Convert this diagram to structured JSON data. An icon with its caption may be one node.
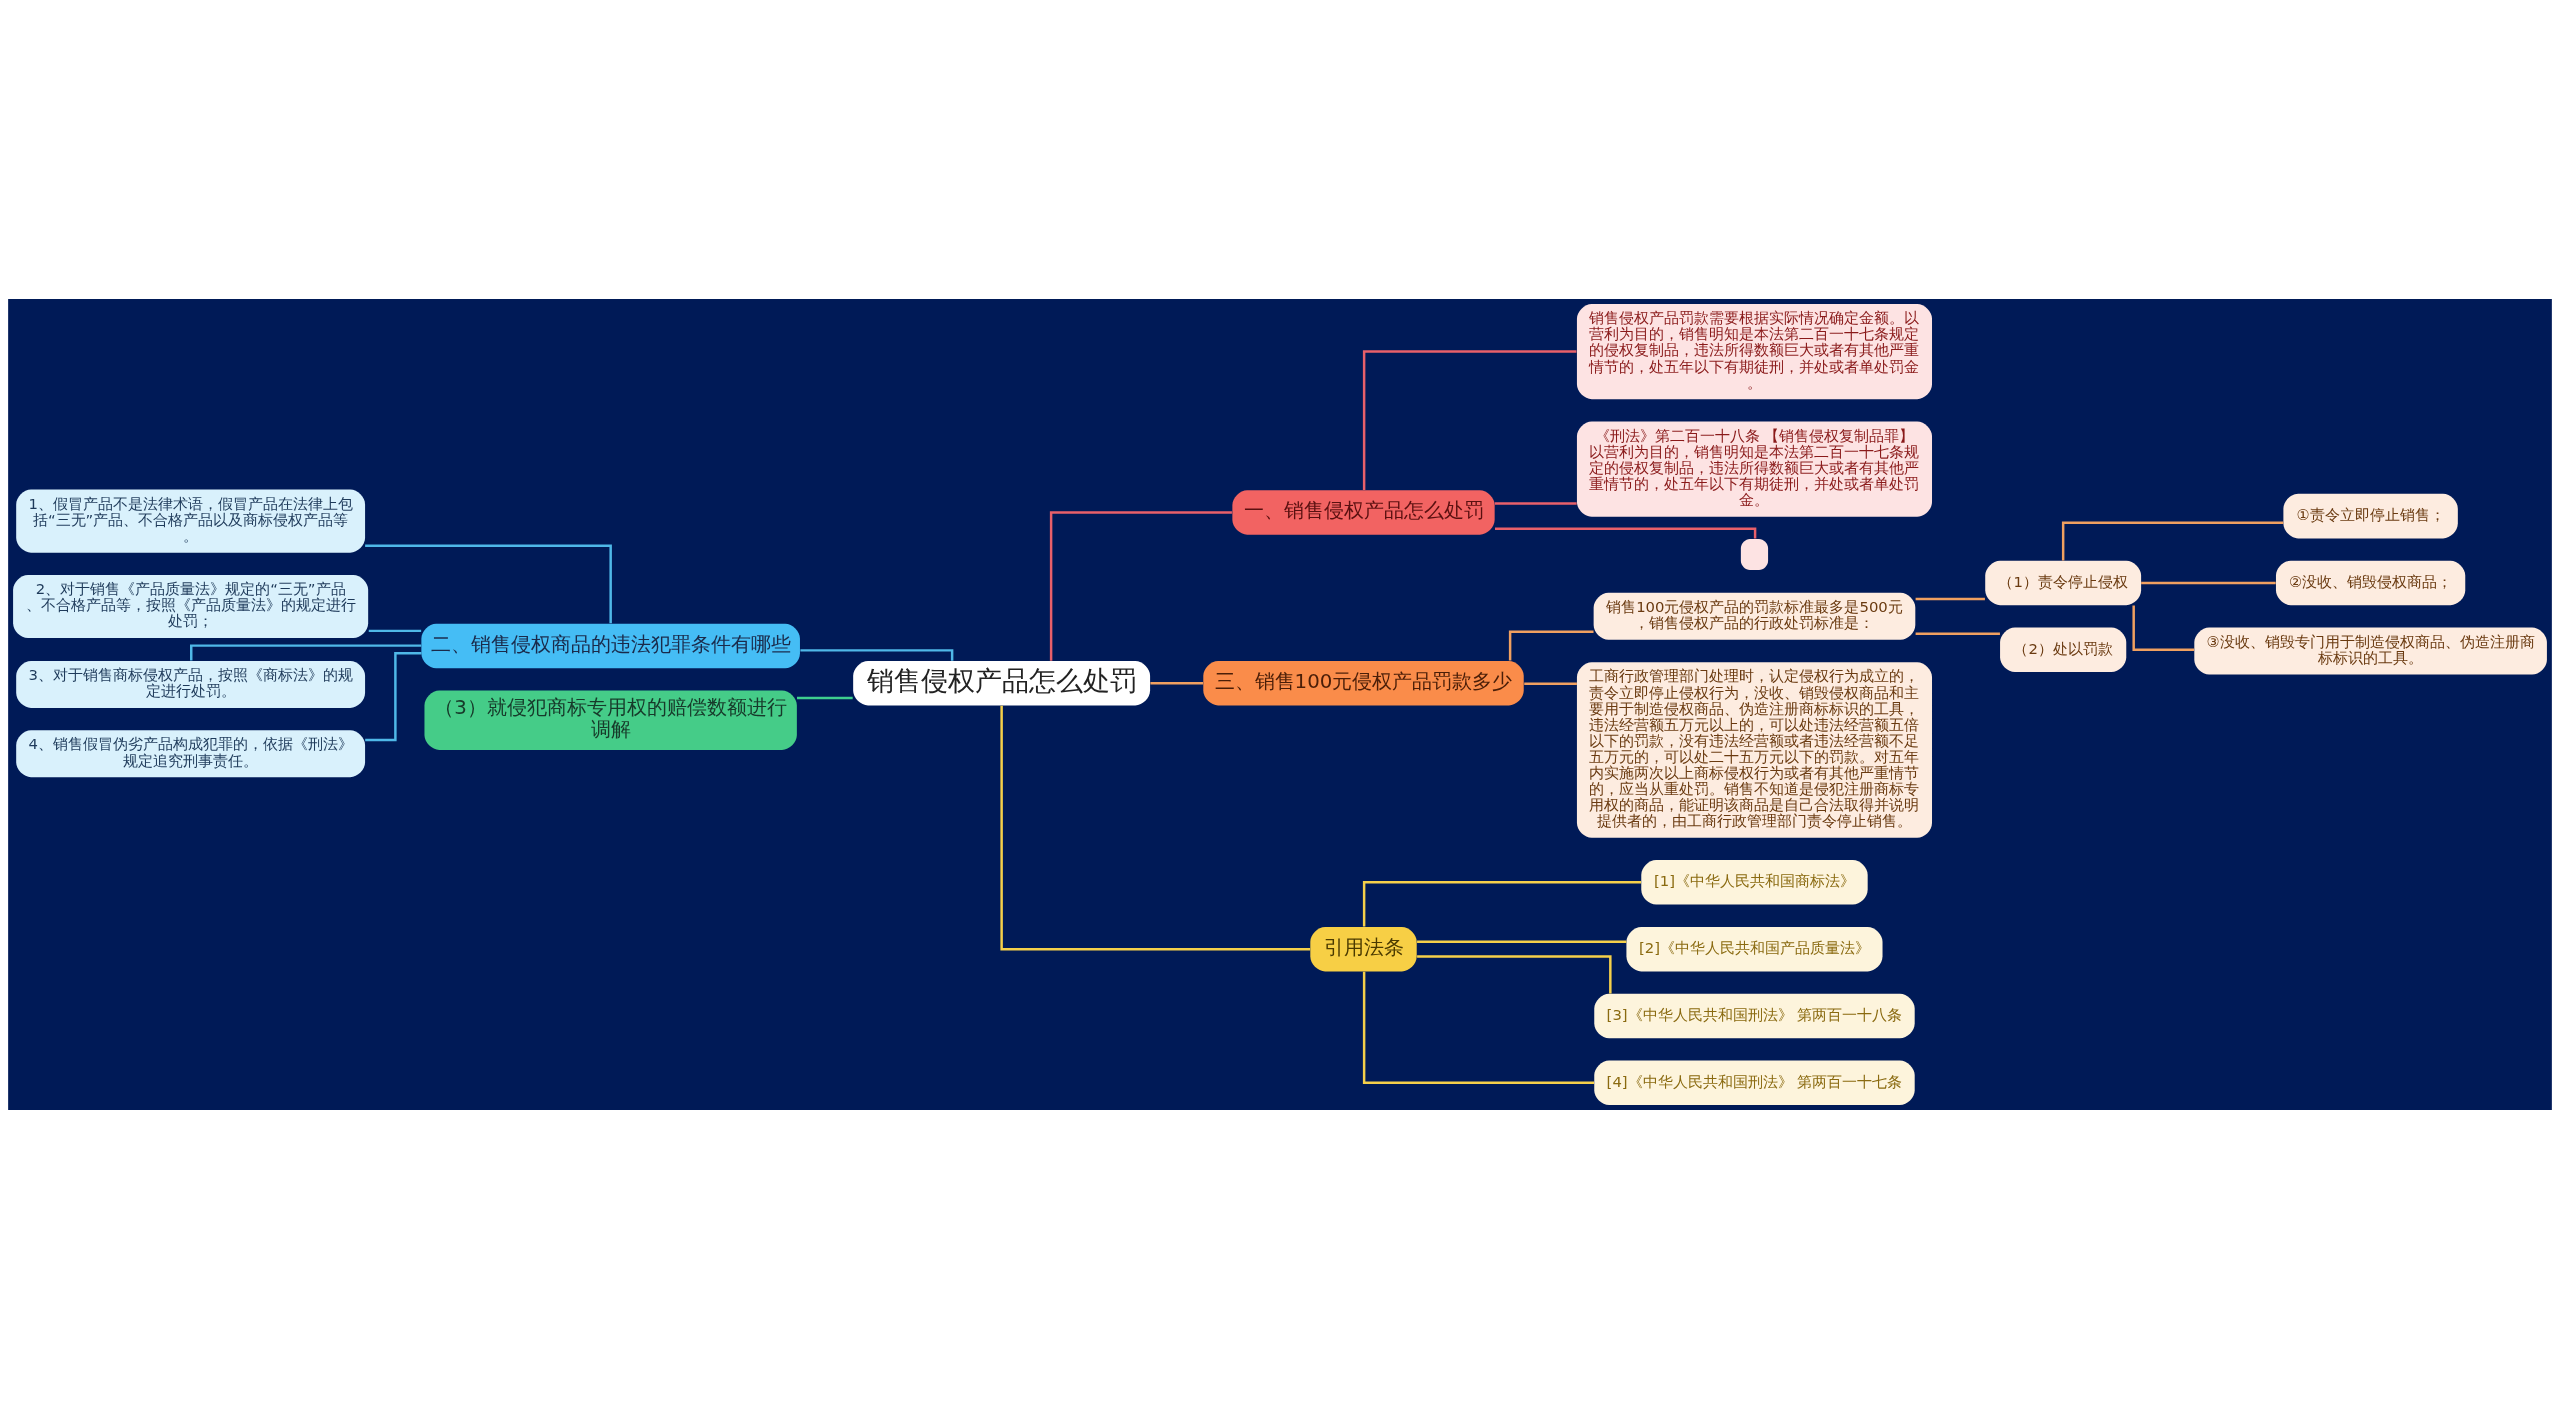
{
  "diagram": {
    "nodes": [
      {
        "text": [
          "销售侵权产品怎么处罚"
        ]
      },
      {
        "text": [
          "二、销售侵权商品的违法犯罪条件有哪些"
        ]
      },
      {
        "text": [
          "1、假冒产品不是法律术语，假冒产品在法律上包括“三无”产品、不合格产品以及商标侵权产品等。"
        ]
      },
      {
        "text": [
          "2、对于销售《产品质量法》规定的“三无”产品、不合格产品等，按照《产品质量法》的规定进行处罚；"
        ]
      },
      {
        "text": [
          "3、对于销售商标侵权产品，按照《商标法》的规定进行处罚。"
        ]
      },
      {
        "text": [
          "4、销售假冒伪劣产品构成犯罪的，依据《刑法》规定追究刑事责任。"
        ]
      },
      {
        "text": [
          "（3）就侵犯商标专用权的赔偿数额进行调解"
        ]
      },
      {
        "text": [
          "一、销售侵权产品怎么处罚"
        ]
      },
      {
        "text": [
          "销售侵权产品罚款需要根据实际情况确定金额。以营利为目的，销售明知是本法第二百一十七条规定的侵权复制品，违法所得数额巨大或者有其他严重情节的，处五年以下有期徒刑，并处或者单处罚金。"
        ]
      },
      {
        "text": [
          "《刑法》第二百一十八条 【销售侵权复制品罪】以营利为目的，销售明知是本法第二百一十七条规定的侵权复制品，违法所得数额巨大或者有其他严重情节的，处五年以下有期徒刑，并处或者单处罚金。"
        ]
      },
      {
        "text": [],
        "shape": "box"
      },
      {
        "text": [
          "三、销售100元侵权产品罚款多少"
        ]
      },
      {
        "text": [
          "销售100元侵权产品的罚款标准最多是500元，销售侵权产品的行政处罚标准是："
        ]
      },
      {
        "text": [
          "（1）责令停止侵权"
        ]
      },
      {
        "text": [
          "①责令立即停止销售；"
        ]
      },
      {
        "text": [
          "②没收、销毁侵权商品；"
        ]
      },
      {
        "text": [
          "③没收、销毁专门用于制造侵权商品、伪造注册商标标识的工具。"
        ]
      },
      {
        "text": [
          "（2）处以罚款"
        ]
      },
      {
        "text": [
          "工商行政管理部门处理时，认定侵权行为成立的，责令立即停止侵权行为，没收、销毁侵权商品和主要用于制造侵权商品、伪造注册商标标识的工具，违法经营额五万元以上的，可以处违法经营额五倍以下的罚款，没有违法经营额或者违法经营额不足五万元的，可以处二十五万元以下的罚款。对五年内实施两次以上商标侵权行为或者有其他严重情节的，应当从重处罚。销售不知道是侵犯注册商标专用权的商品，能证明该商品是自己合法取得并说明提供者的，由工商行政管理部门责令停止销售。"
        ]
      },
      {
        "text": [
          "引用法条"
        ]
      },
      {
        "text": [
          "[1]《中华人民共和国商标法》"
        ]
      },
      {
        "text": [
          "[2]《中华人民共和国产品质量法》"
        ]
      },
      {
        "text": [
          "[3]《中华人民共和国刑法》 第两百一十八条"
        ]
      },
      {
        "text": [
          "[4]《中华人民共和国刑法》 第两百一十七条"
        ]
      }
    ],
    "edges": [
      {
        "from": 0,
        "to": 1,
        "arrow": "none",
        "color": "#4fb8e8"
      },
      {
        "from": 1,
        "to": 2,
        "arrow": "none",
        "color": "#4fb8e8"
      },
      {
        "from": 1,
        "to": 3,
        "arrow": "none",
        "color": "#4fb8e8"
      },
      {
        "from": 1,
        "to": 4,
        "arrow": "none",
        "color": "#4fb8e8"
      },
      {
        "from": 1,
        "to": 5,
        "arrow": "none",
        "color": "#4fb8e8"
      },
      {
        "from": 0,
        "to": 6,
        "arrow": "none",
        "color": "#3ecf8e"
      },
      {
        "from": 0,
        "to": 7,
        "arrow": "none",
        "color": "#e8606a"
      },
      {
        "from": 7,
        "to": 8,
        "arrow": "none",
        "color": "#e8606a"
      },
      {
        "from": 7,
        "to": 9,
        "arrow": "none",
        "color": "#e8606a"
      },
      {
        "from": 7,
        "to": 10,
        "arrow": "none",
        "color": "#e8606a"
      },
      {
        "from": 0,
        "to": 11,
        "arrow": "none",
        "color": "#f0a060"
      },
      {
        "from": 11,
        "to": 12,
        "arrow": "none",
        "color": "#f0a060"
      },
      {
        "from": 12,
        "to": 13,
        "arrow": "none",
        "color": "#f0a060"
      },
      {
        "from": 13,
        "to": 14,
        "arrow": "none",
        "color": "#f0a060"
      },
      {
        "from": 13,
        "to": 15,
        "arrow": "none",
        "color": "#f0a060"
      },
      {
        "from": 13,
        "to": 16,
        "arrow": "none",
        "color": "#f0a060"
      },
      {
        "from": 12,
        "to": 17,
        "arrow": "none",
        "color": "#f0a060"
      },
      {
        "from": 11,
        "to": 18,
        "arrow": "none",
        "color": "#f0a060"
      },
      {
        "from": 0,
        "to": 19,
        "arrow": "none",
        "color": "#f5d04a"
      },
      {
        "from": 19,
        "to": 20,
        "arrow": "none",
        "color": "#f5d04a"
      },
      {
        "from": 19,
        "to": 21,
        "arrow": "none",
        "color": "#f5d04a"
      },
      {
        "from": 19,
        "to": 22,
        "arrow": "none",
        "color": "#f5d04a"
      },
      {
        "from": 19,
        "to": 23,
        "arrow": "none",
        "color": "#f5d04a"
      }
    ]
  }
}
